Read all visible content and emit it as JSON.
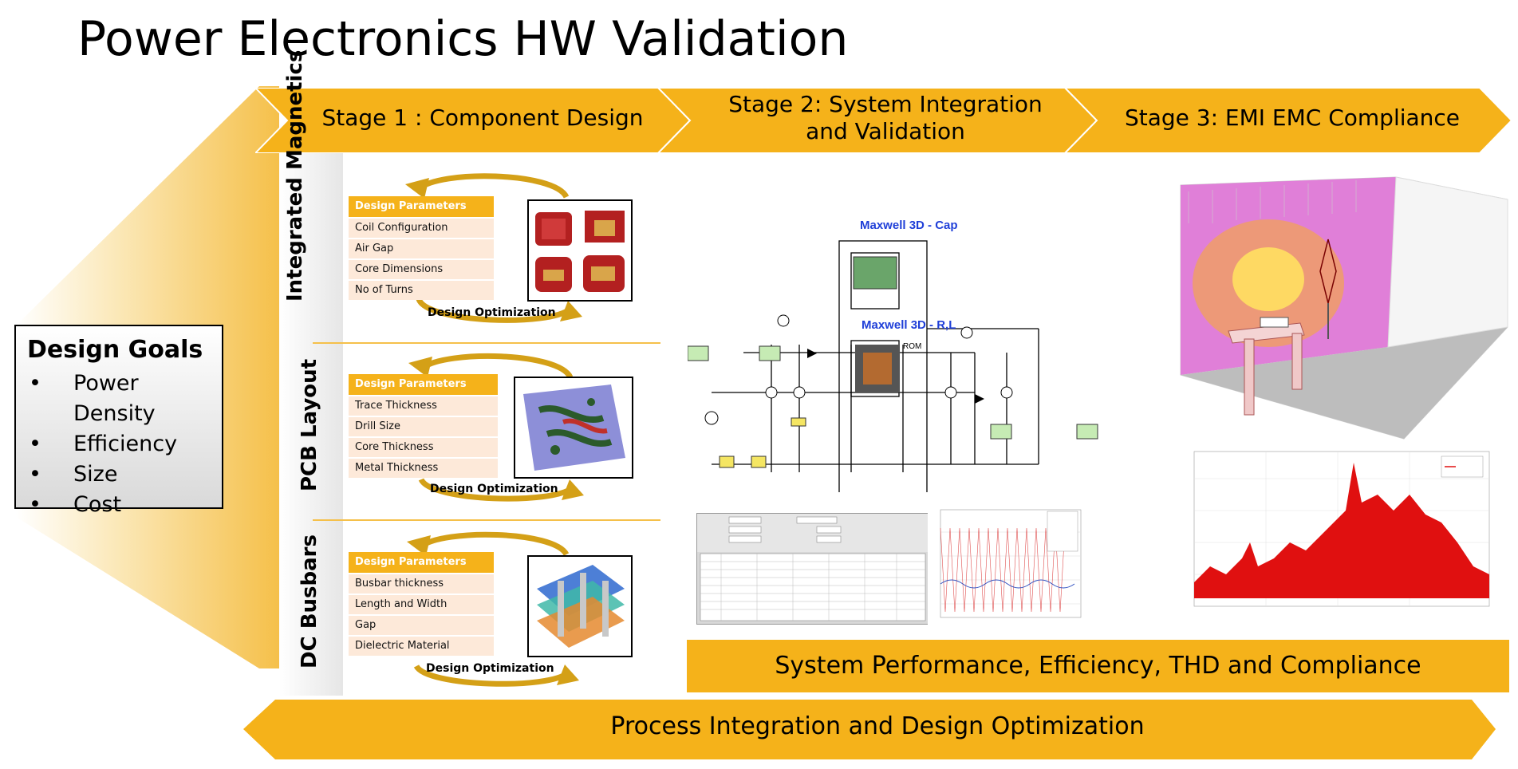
{
  "title": "Power Electronics HW Validation",
  "stages": [
    {
      "label": "Stage 1 : Component Design"
    },
    {
      "label": "Stage 2:  System Integration and Validation"
    },
    {
      "label": "Stage 3: EMI EMC Compliance"
    }
  ],
  "design_goals": {
    "heading": "Design Goals",
    "items": [
      "Power Density",
      "Efficiency",
      "Size",
      "Cost"
    ]
  },
  "components": [
    {
      "row_label": "Integrated Magnetics",
      "params_header": "Design Parameters",
      "params": [
        "Coil Configuration",
        "Air Gap",
        "Core Dimensions",
        "No of Turns"
      ],
      "optimization_label": "Design Optimization"
    },
    {
      "row_label": "PCB Layout",
      "params_header": "Design Parameters",
      "params": [
        "Trace Thickness",
        "Drill Size",
        "Core Thickness",
        "Metal Thickness"
      ],
      "optimization_label": "Design Optimization"
    },
    {
      "row_label": "DC Busbars",
      "params_header": "Design Parameters",
      "params": [
        "Busbar thickness",
        "Length and Width",
        "Gap",
        "Dielectric Material"
      ],
      "optimization_label": "Design Optimization"
    }
  ],
  "schematic": {
    "label_cap": "Maxwell 3D - Cap",
    "label_rl": "Maxwell 3D - R,L",
    "label_rom": "ROM"
  },
  "system_performance": "System Performance, Efficiency, THD and Compliance",
  "process_integration": "Process Integration and Design Optimization",
  "colors": {
    "accent": "#f5b21a",
    "param_row": "#fde9d9",
    "schematic_label": "#1f3fd8"
  }
}
